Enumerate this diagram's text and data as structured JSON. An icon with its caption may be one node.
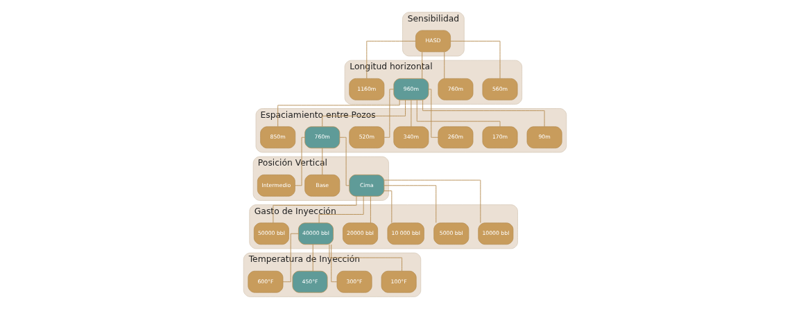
{
  "diagram": {
    "nodes": [
      {
        "text": [
          "Sensibilidad"
        ]
      },
      {
        "text": [
          "HASD"
        ],
        "in": 0
      },
      {
        "text": [
          "Longitud horizontal"
        ]
      },
      {
        "text": [
          "560m"
        ],
        "in": 2
      },
      {
        "text": [
          "760m"
        ],
        "in": 2
      },
      {
        "text": [
          "960m"
        ],
        "in": 2
      },
      {
        "text": [
          "1160m"
        ],
        "in": 2
      },
      {
        "text": [
          "Espaciamiento entre Pozos"
        ]
      },
      {
        "text": [
          "90m"
        ],
        "in": 7
      },
      {
        "text": [
          "170m"
        ],
        "in": 7
      },
      {
        "text": [
          "260m"
        ],
        "in": 7
      },
      {
        "text": [
          "340m"
        ],
        "in": 7
      },
      {
        "text": [
          "520m"
        ],
        "in": 7
      },
      {
        "text": [
          "760m"
        ],
        "in": 7
      },
      {
        "text": [
          "850m"
        ],
        "in": 7
      },
      {
        "text": [
          "Posición Vertical"
        ]
      },
      {
        "text": [
          "Cima"
        ],
        "in": 15
      },
      {
        "text": [
          "Base"
        ],
        "in": 15
      },
      {
        "text": [
          "Intermedio"
        ],
        "in": 15
      },
      {
        "text": [
          "Gasto de Inyección"
        ]
      },
      {
        "text": [
          "10000 bbl"
        ],
        "in": 19
      },
      {
        "text": [
          "5000 bbl"
        ],
        "in": 19
      },
      {
        "text": [
          "10 000 bbl"
        ],
        "in": 19
      },
      {
        "text": [
          "20000 bbl"
        ],
        "in": 19
      },
      {
        "text": [
          "40000 bbl"
        ],
        "in": 19
      },
      {
        "text": [
          "50000 bbl"
        ],
        "in": 19
      },
      {
        "text": [
          "Temperatura de Inyección"
        ]
      },
      {
        "text": [
          "100°F"
        ],
        "in": 26
      },
      {
        "text": [
          "300°F"
        ],
        "in": 26
      },
      {
        "text": [
          "450°F"
        ],
        "in": 26
      },
      {
        "text": [
          "600°F"
        ],
        "in": 26
      }
    ],
    "edges": [
      {
        "from": 1,
        "to": 3,
        "arrow": "none"
      },
      {
        "from": 1,
        "to": 4,
        "arrow": "none"
      },
      {
        "from": 1,
        "to": 5,
        "arrow": "none"
      },
      {
        "from": 1,
        "to": 6,
        "arrow": "none"
      },
      {
        "from": 5,
        "to": 8,
        "arrow": "none"
      },
      {
        "from": 5,
        "to": 9,
        "arrow": "none"
      },
      {
        "from": 5,
        "to": 10,
        "arrow": "none"
      },
      {
        "from": 5,
        "to": 11,
        "arrow": "none"
      },
      {
        "from": 5,
        "to": 12,
        "arrow": "none"
      },
      {
        "from": 5,
        "to": 13,
        "arrow": "none"
      },
      {
        "from": 5,
        "to": 14,
        "arrow": "none"
      },
      {
        "from": 13,
        "to": 16,
        "arrow": "none"
      },
      {
        "from": 13,
        "to": 17,
        "arrow": "none"
      },
      {
        "from": 13,
        "to": 18,
        "arrow": "none"
      },
      {
        "from": 16,
        "to": 20,
        "arrow": "none"
      },
      {
        "from": 16,
        "to": 21,
        "arrow": "none"
      },
      {
        "from": 16,
        "to": 22,
        "arrow": "none"
      },
      {
        "from": 16,
        "to": 23,
        "arrow": "none"
      },
      {
        "from": 16,
        "to": 24,
        "arrow": "none"
      },
      {
        "from": 16,
        "to": 25,
        "arrow": "none"
      },
      {
        "from": 24,
        "to": 27,
        "arrow": "none"
      },
      {
        "from": 24,
        "to": 28,
        "arrow": "none"
      },
      {
        "from": 24,
        "to": 29,
        "arrow": "none"
      },
      {
        "from": 24,
        "to": 30,
        "arrow": "none"
      }
    ]
  }
}
